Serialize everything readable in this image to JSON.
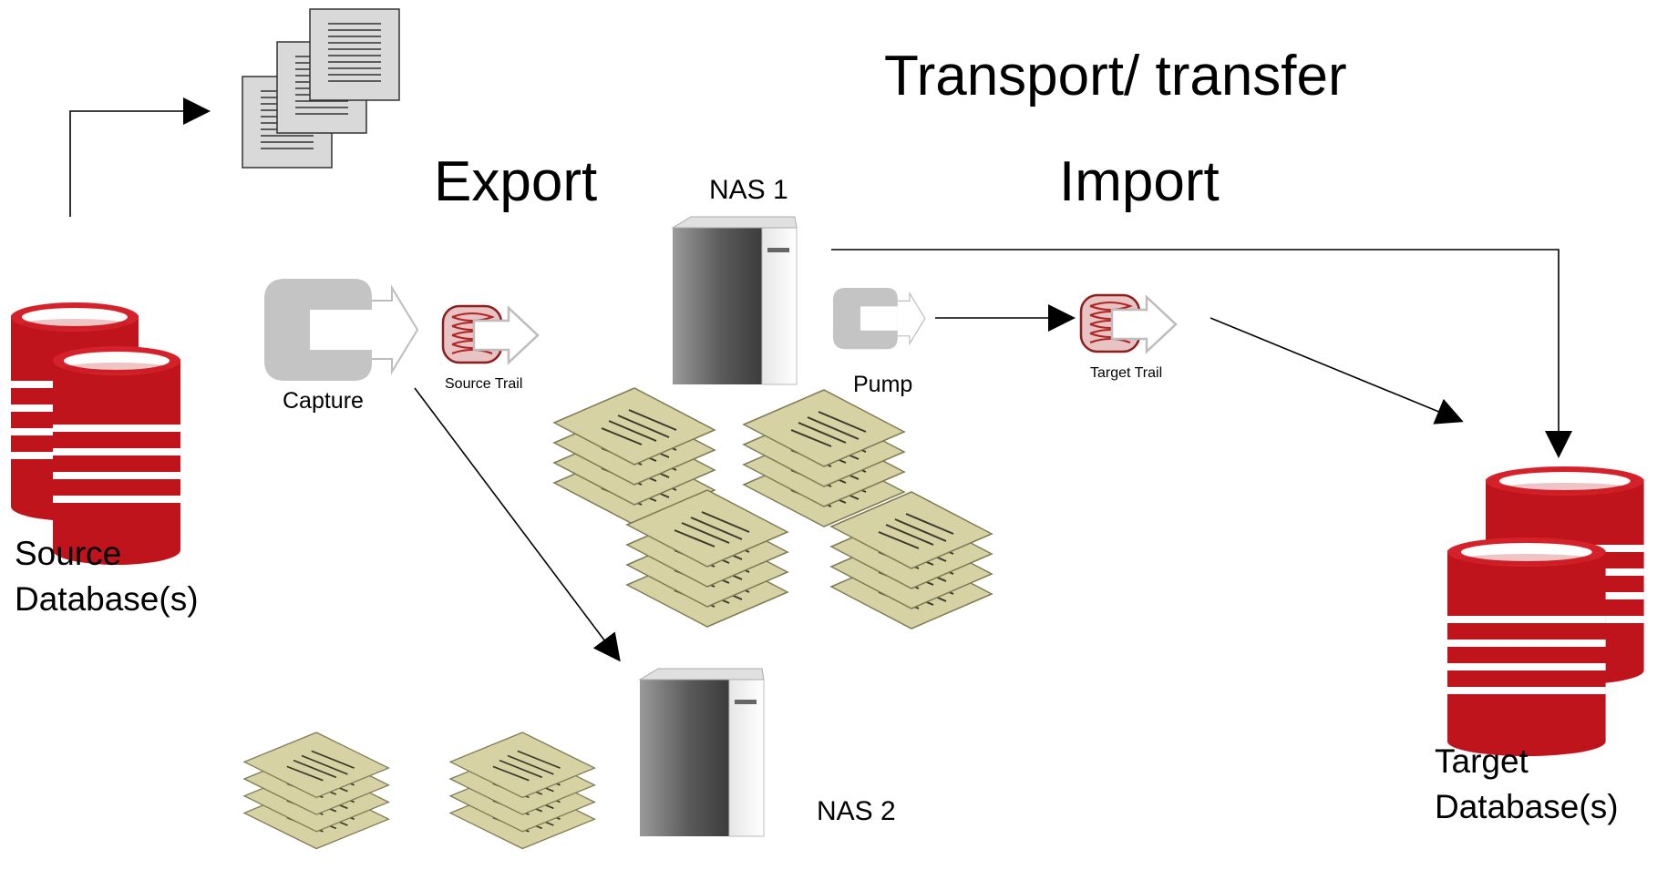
{
  "headings": {
    "transport": "Transport/ transfer",
    "export": "Export",
    "import": "Import"
  },
  "labels": {
    "nas1": "NAS 1",
    "nas2": "NAS 2",
    "capture": "Capture",
    "source_trail": "Source Trail",
    "pump": "Pump",
    "target_trail": "Target Trail",
    "source_db_line1": "Source",
    "source_db_line2": "Database(s)",
    "target_db_line1": "Target",
    "target_db_line2": "Database(s)"
  },
  "colors": {
    "database_red": "#c0141c",
    "file_stack_khaki": "#d6d2a4",
    "process_gray": "#c4c4c4",
    "server_gray": "#8a8a8a"
  },
  "icons": {
    "database": "database-cylinder-icon",
    "document_stack": "document-stack-icon",
    "capture": "capture-process-icon",
    "pump": "pump-process-icon",
    "trail": "trail-file-icon",
    "server": "nas-server-icon"
  }
}
